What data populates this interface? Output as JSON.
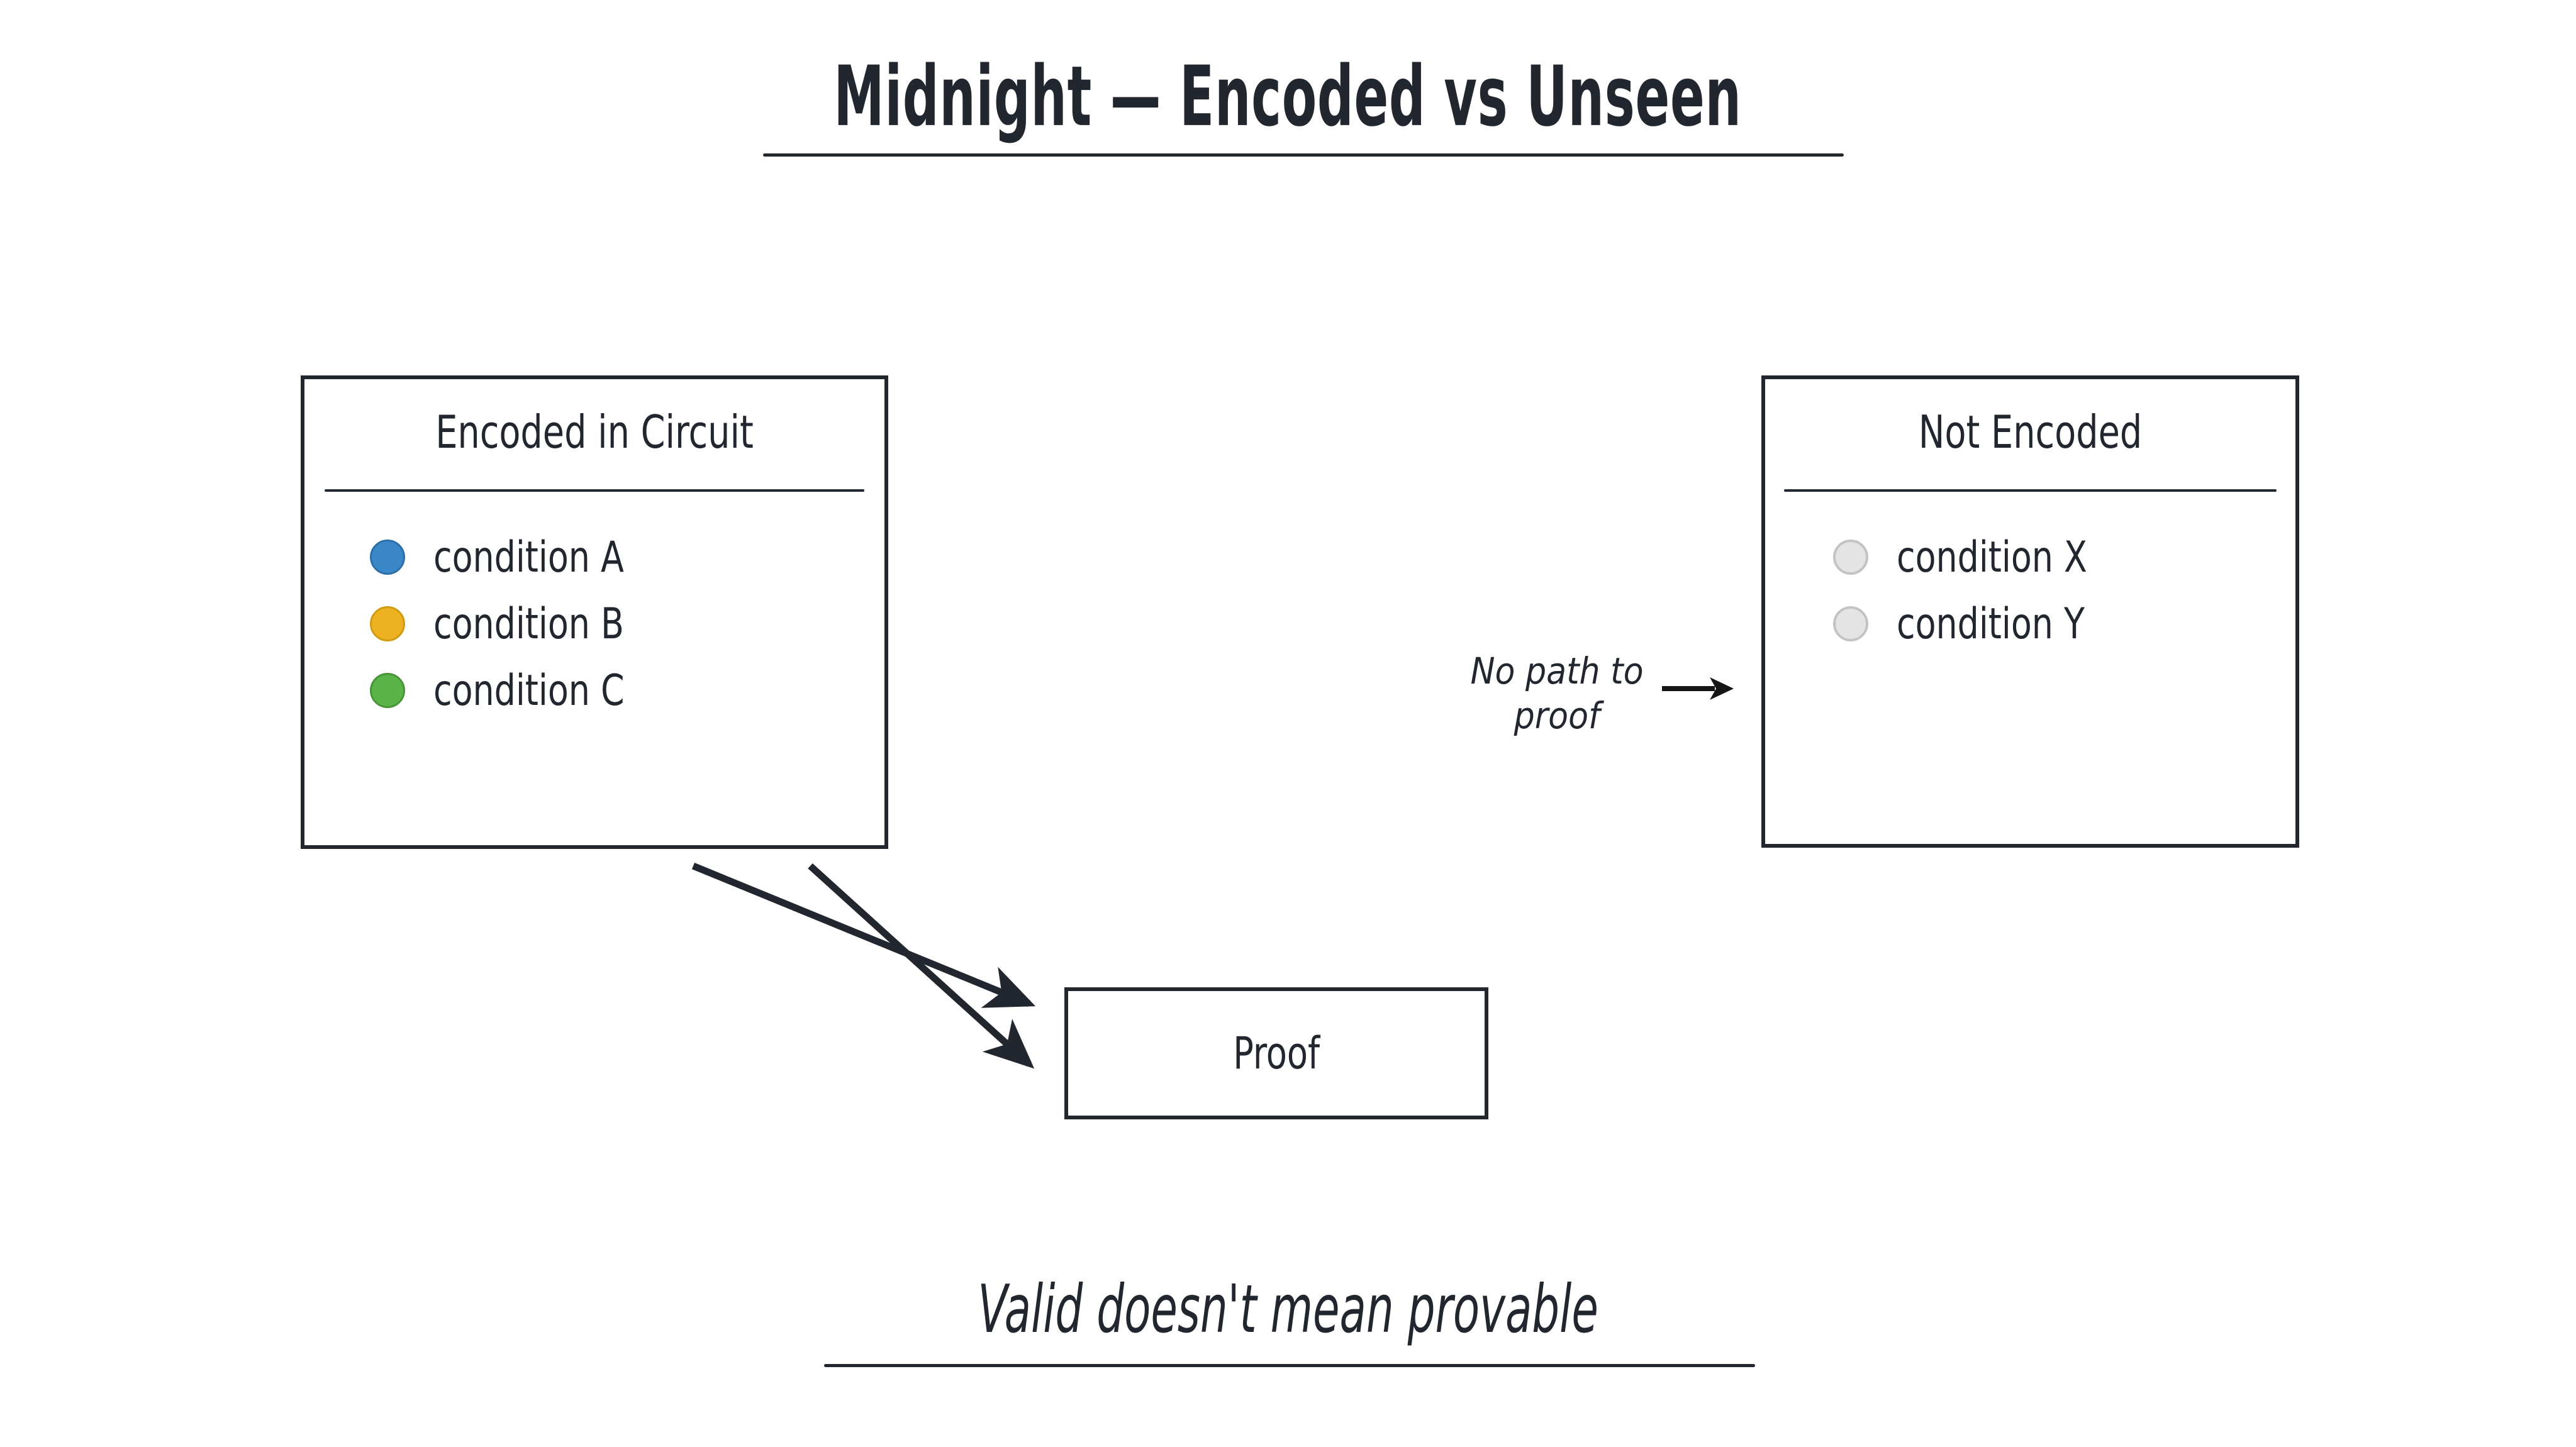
{
  "title": {
    "text": "Midnight — Encoded vs Unseen",
    "underline": true
  },
  "panels": {
    "encoded": {
      "header": "Encoded in Circuit",
      "items": [
        {
          "label": "condition A",
          "dot_color": "#3a87c8",
          "dot_border": "#2c6fa8"
        },
        {
          "label": "condition B",
          "dot_color": "#eeb11f",
          "dot_border": "#d09a13"
        },
        {
          "label": "condition C",
          "dot_color": "#5ab347",
          "dot_border": "#489437"
        }
      ]
    },
    "not_encoded": {
      "header": "Not Encoded",
      "items": [
        {
          "label": "condition X",
          "dot_color": "#e4e4e4",
          "dot_border": "#c3c3c3"
        },
        {
          "label": "condition Y",
          "dot_color": "#e4e4e4",
          "dot_border": "#c3c3c3"
        }
      ]
    }
  },
  "proof": {
    "label": "Proof"
  },
  "annotation": {
    "line1": "No path to",
    "line2": "proof",
    "arrow_icon": "right-arrow"
  },
  "footer": {
    "text": "Valid doesn't mean provable",
    "underline": true
  },
  "colors": {
    "ink": "#22262f",
    "background": "#ffffff"
  }
}
